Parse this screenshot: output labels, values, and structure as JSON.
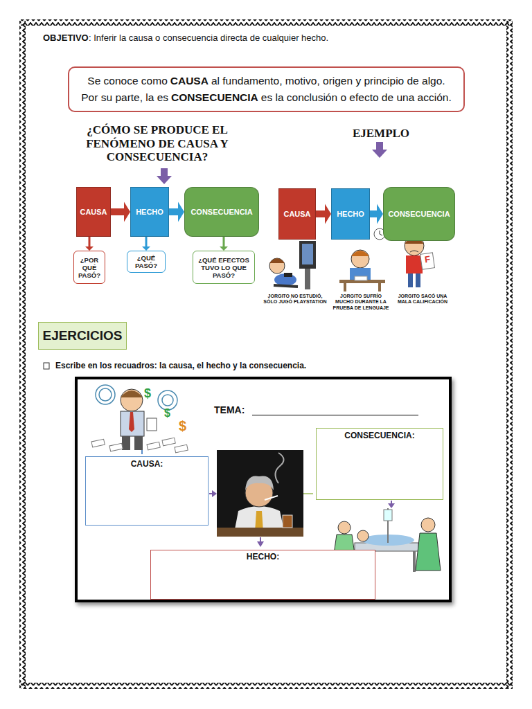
{
  "diagram": {
    "nodes": [
      {
        "text": [
          "Se conoce como",
          "CAUSA",
          "al fundamento, motivo, origen y principio de algo.",
          "Por su parte, la es",
          "CONSECUENCIA",
          "es la conclusión o efecto de una acción."
        ]
      },
      {
        "text": [
          "CAUSA"
        ]
      },
      {
        "text": [
          "HECHO"
        ]
      },
      {
        "text": [
          "CONSECUENCIA"
        ]
      },
      {
        "text": [
          "¿POR QUÉ PASÓ?"
        ]
      },
      {
        "text": [
          "¿QUÉ PASÓ?"
        ]
      },
      {
        "text": [
          "¿QUÉ EFECTOS TUVO LO QUE PASÓ?"
        ]
      },
      {
        "text": [
          "CAUSA"
        ]
      },
      {
        "text": [
          "HECHO"
        ]
      },
      {
        "text": [
          "CONSECUENCIA"
        ]
      },
      {
        "text": [
          "EJERCICIOS"
        ]
      },
      {
        "text": [
          "TEMA:"
        ]
      },
      {
        "text": [
          "CAUSA:"
        ],
        "in": 11
      },
      {
        "text": [
          "CONSECUENCIA:"
        ],
        "in": 11
      },
      {
        "text": [
          "HECHO:"
        ],
        "in": 11
      }
    ],
    "edges": [
      {
        "from": 1,
        "to": 2,
        "arrow": "to"
      },
      {
        "from": 2,
        "to": 3,
        "arrow": "to"
      },
      {
        "from": 1,
        "to": 4,
        "arrow": "to"
      },
      {
        "from": 2,
        "to": 5,
        "arrow": "to"
      },
      {
        "from": 3,
        "to": 6,
        "arrow": "to"
      },
      {
        "from": 7,
        "to": 8,
        "arrow": "to"
      },
      {
        "from": 8,
        "to": 9,
        "arrow": "to"
      }
    ],
    "labels": [
      "OBJETIVO",
      ": Inferir la causa o consecuencia directa de cualquier hecho.",
      "¿CÓMO SE PRODUCE EL FENÓMENO DE CAUSA Y CONSECUENCIA?",
      "EJEMPLO",
      "JORGITO NO ESTUDIÓ, SÓLO JUGÓ PLAYSTATION",
      "JORGITO SUFRÍO MUCHO DURANTE LA PRUEBA DE LENGUAJE",
      "JORGITO SACÓ UNA MALA CALIFICACIÓN",
      "F",
      "Escribe en los recuadros: la causa, el hecho y la consecuencia.",
      "$",
      "$",
      "$"
    ]
  }
}
